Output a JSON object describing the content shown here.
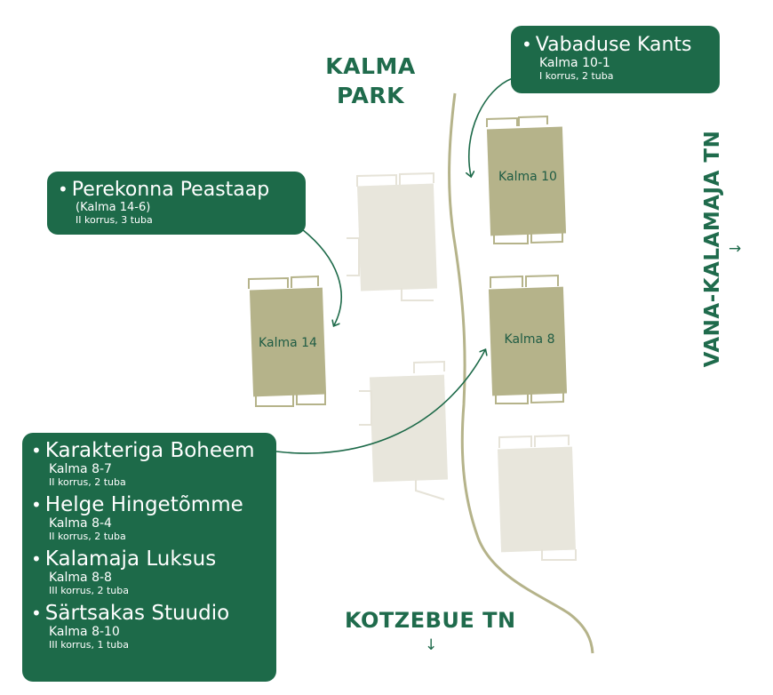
{
  "streets": {
    "park_line1": "KALMA",
    "park_line2": "PARK",
    "kotzebue": "KOTZEBUE TN",
    "kotzebue_arrow": "↓",
    "vana_kalamaja": "VANA-KALAMAJA TN",
    "vana_kalamaja_arrow": "→"
  },
  "buildings": {
    "kalma10": "Kalma 10",
    "kalma8": "Kalma 8",
    "kalma14": "Kalma 14"
  },
  "callouts": {
    "vabaduse": {
      "title": "Vabaduse Kants",
      "address": "Kalma 10-1",
      "details": "I korrus, 2 tuba"
    },
    "perekonna": {
      "title": "Perekonna Peastaap",
      "address": "(Kalma 14-6)",
      "details": "II korrus, 3 tuba"
    },
    "kalma8_units": [
      {
        "title": "Karakteriga Boheem",
        "address": "Kalma 8-7",
        "details": "II korrus, 2 tuba"
      },
      {
        "title": "Helge Hingetõmme",
        "address": "Kalma 8-4",
        "details": "II korrus, 2 tuba"
      },
      {
        "title": "Kalamaja Luksus",
        "address": "Kalma 8-8",
        "details": "III korrus, 2 tuba"
      },
      {
        "title": "Särtsakas Stuudio",
        "address": "Kalma 8-10",
        "details": "III korrus, 1 tuba"
      }
    ]
  },
  "colors": {
    "brand_green": "#1d6a49",
    "highlight_building": "#b5b38a",
    "other_building": "#e8e6dc",
    "outline": "#b5b38a",
    "path": "#b5b38a"
  }
}
